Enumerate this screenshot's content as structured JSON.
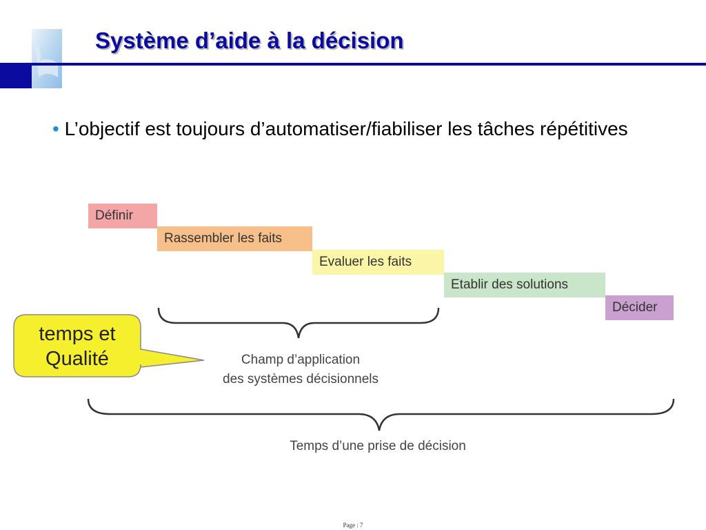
{
  "slide": {
    "title": "Système d’aide à la décision",
    "bullet": "L’objectif est toujours d’automatiser/fiabiliser les tâches répétitives",
    "bullet_symbol": "•",
    "footer": "Page : 7"
  },
  "process": {
    "steps": [
      {
        "label": "Définir",
        "color": "#f4a6a6"
      },
      {
        "label": "Rassembler les faits",
        "color": "#f7c08a"
      },
      {
        "label": "Evaluer les faits",
        "color": "#fbf5a8"
      },
      {
        "label": "Etablir des solutions",
        "color": "#c9e6cb"
      },
      {
        "label": "Décider",
        "color": "#c9a0d0"
      }
    ],
    "callout": {
      "line1": "temps et",
      "line2": "Qualité",
      "color": "#f6ef2e"
    },
    "scope_caption": {
      "line1": "Champ d’application",
      "line2": "des systèmes décisionnels"
    },
    "total_caption": "Temps d’une prise de décision"
  },
  "theme": {
    "title_color": "#0b0ba0",
    "accent_line": "#0b0ba0",
    "bullet_color": "#1e8fd6"
  }
}
